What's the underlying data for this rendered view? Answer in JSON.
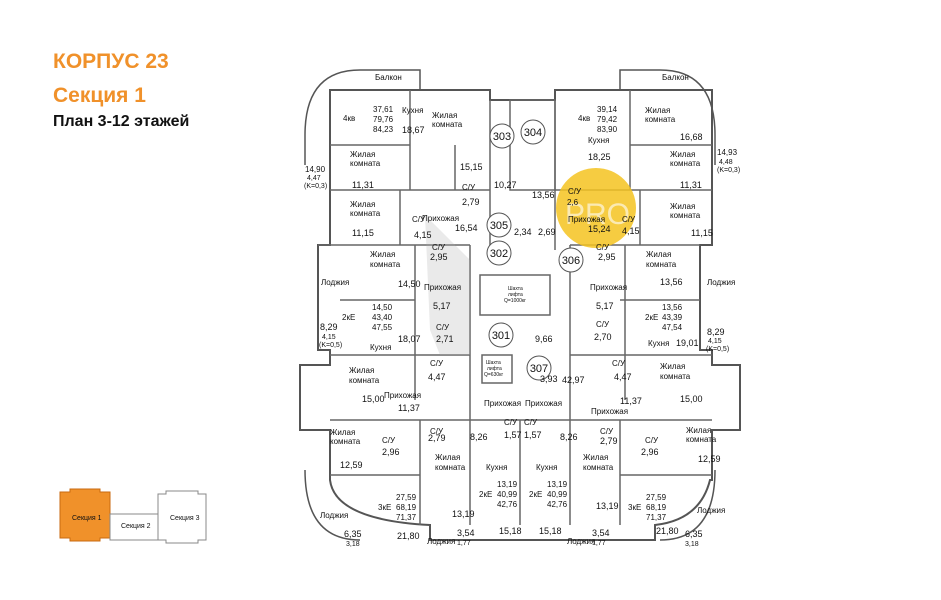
{
  "header": {
    "building": "КОРПУС 23",
    "section": "Секция 1",
    "floors": "План 3-12 этажей"
  },
  "watermark": "PRO",
  "key_plan": {
    "section1": "Секция 1",
    "section2": "Секция 2",
    "section3": "Секция 3"
  },
  "colors": {
    "accent": "#f0912a",
    "highlight": "#f5c320",
    "wall": "#555555",
    "keyplan_active": "#f0912a"
  },
  "apartments": [
    "303",
    "304",
    "305",
    "302",
    "306",
    "301",
    "307"
  ],
  "texts": [
    {
      "id": "t0",
      "text": "Балкон"
    },
    {
      "id": "t1",
      "text": "Балкон"
    },
    {
      "id": "t2",
      "text": "4кв"
    },
    {
      "id": "t3",
      "text": "37,61"
    },
    {
      "id": "t4",
      "text": "79,76"
    },
    {
      "id": "t5",
      "text": "84,23"
    },
    {
      "id": "t6",
      "text": "Кухня"
    },
    {
      "id": "t7",
      "text": "18,67"
    },
    {
      "id": "t8",
      "text": "Жилая"
    },
    {
      "id": "t9",
      "text": "комната"
    },
    {
      "id": "t10",
      "text": "15,15"
    },
    {
      "id": "t11",
      "text": "Жилая"
    },
    {
      "id": "t12",
      "text": "комната"
    },
    {
      "id": "t13",
      "text": "11,31"
    },
    {
      "id": "t14",
      "text": "14,90"
    },
    {
      "id": "t15",
      "text": "4,47"
    },
    {
      "id": "t16",
      "text": "(K=0,3)"
    },
    {
      "id": "t17",
      "text": "С/У"
    },
    {
      "id": "t18",
      "text": "2,79"
    },
    {
      "id": "t19",
      "text": "10,27"
    },
    {
      "id": "t20",
      "text": "13,56"
    },
    {
      "id": "t21",
      "text": "Жилая"
    },
    {
      "id": "t22",
      "text": "комната"
    },
    {
      "id": "t23",
      "text": "11,15"
    },
    {
      "id": "t24",
      "text": "С/У"
    },
    {
      "id": "t25",
      "text": "4,15"
    },
    {
      "id": "t26",
      "text": "Прихожая"
    },
    {
      "id": "t27",
      "text": "16,54"
    },
    {
      "id": "t28",
      "text": "2,34"
    },
    {
      "id": "t29",
      "text": "2,69"
    },
    {
      "id": "t30",
      "text": "4кв"
    },
    {
      "id": "t31",
      "text": "39,14"
    },
    {
      "id": "t32",
      "text": "79,42"
    },
    {
      "id": "t33",
      "text": "83,90"
    },
    {
      "id": "t34",
      "text": "Жилая"
    },
    {
      "id": "t35",
      "text": "комната"
    },
    {
      "id": "t36",
      "text": "16,68"
    },
    {
      "id": "t37",
      "text": "Кухня"
    },
    {
      "id": "t38",
      "text": "18,25"
    },
    {
      "id": "t39",
      "text": "Жилая"
    },
    {
      "id": "t40",
      "text": "комната"
    },
    {
      "id": "t41",
      "text": "11,31"
    },
    {
      "id": "t42",
      "text": "14,93"
    },
    {
      "id": "t43",
      "text": "4,48"
    },
    {
      "id": "t44",
      "text": "(K=0,3)"
    },
    {
      "id": "t45",
      "text": "С/У"
    },
    {
      "id": "t46",
      "text": "2,6"
    },
    {
      "id": "t47",
      "text": "Прихожая"
    },
    {
      "id": "t48",
      "text": "15,24"
    },
    {
      "id": "t49",
      "text": "С/У"
    },
    {
      "id": "t50",
      "text": "4,15"
    },
    {
      "id": "t51",
      "text": "Жилая"
    },
    {
      "id": "t52",
      "text": "комната"
    },
    {
      "id": "t53",
      "text": "11,15"
    },
    {
      "id": "t54",
      "text": "Жилая"
    },
    {
      "id": "t55",
      "text": "комната"
    },
    {
      "id": "t56",
      "text": "14,50"
    },
    {
      "id": "t57",
      "text": "С/У"
    },
    {
      "id": "t58",
      "text": "2,95"
    },
    {
      "id": "t59",
      "text": "Прихожая"
    },
    {
      "id": "t60",
      "text": "5,17"
    },
    {
      "id": "t61",
      "text": "Лоджия"
    },
    {
      "id": "t62",
      "text": "2кЕ"
    },
    {
      "id": "t63",
      "text": "14,50"
    },
    {
      "id": "t64",
      "text": "43,40"
    },
    {
      "id": "t65",
      "text": "47,55"
    },
    {
      "id": "t66",
      "text": "Кухня"
    },
    {
      "id": "t67",
      "text": "18,07"
    },
    {
      "id": "t68",
      "text": "8,29"
    },
    {
      "id": "t69",
      "text": "4,15"
    },
    {
      "id": "t70",
      "text": "(K=0,5)"
    },
    {
      "id": "t71",
      "text": "С/У"
    },
    {
      "id": "t72",
      "text": "2,71"
    },
    {
      "id": "t73",
      "text": "Шахта"
    },
    {
      "id": "t74",
      "text": "лифта"
    },
    {
      "id": "t75",
      "text": "Q=1000кг"
    },
    {
      "id": "t76",
      "text": "9,66"
    },
    {
      "id": "t77",
      "text": "Жилая"
    },
    {
      "id": "t78",
      "text": "комната"
    },
    {
      "id": "t79",
      "text": "13,56"
    },
    {
      "id": "t80",
      "text": "С/У"
    },
    {
      "id": "t81",
      "text": "2,95"
    },
    {
      "id": "t82",
      "text": "Прихожая"
    },
    {
      "id": "t83",
      "text": "5,17"
    },
    {
      "id": "t84",
      "text": "Лоджия"
    },
    {
      "id": "t85",
      "text": "2кЕ"
    },
    {
      "id": "t86",
      "text": "13,56"
    },
    {
      "id": "t87",
      "text": "43,39"
    },
    {
      "id": "t88",
      "text": "47,54"
    },
    {
      "id": "t89",
      "text": "С/У"
    },
    {
      "id": "t90",
      "text": "2,70"
    },
    {
      "id": "t91",
      "text": "Кухня"
    },
    {
      "id": "t92",
      "text": "19,01"
    },
    {
      "id": "t93",
      "text": "8,29"
    },
    {
      "id": "t94",
      "text": "4,15"
    },
    {
      "id": "t95",
      "text": "(K=0,5)"
    },
    {
      "id": "t96",
      "text": "Жилая"
    },
    {
      "id": "t97",
      "text": "комната"
    },
    {
      "id": "t98",
      "text": "15,00"
    },
    {
      "id": "t99",
      "text": "С/У"
    },
    {
      "id": "t100",
      "text": "4,47"
    },
    {
      "id": "t101",
      "text": "Шахта"
    },
    {
      "id": "t102",
      "text": "лифта"
    },
    {
      "id": "t103",
      "text": "Q=630кг"
    },
    {
      "id": "t104",
      "text": "3,93"
    },
    {
      "id": "t105",
      "text": "42,97"
    },
    {
      "id": "t106",
      "text": "С/У"
    },
    {
      "id": "t107",
      "text": "4,47"
    },
    {
      "id": "t108",
      "text": "Жилая"
    },
    {
      "id": "t109",
      "text": "комната"
    },
    {
      "id": "t110",
      "text": "15,00"
    },
    {
      "id": "t111",
      "text": "Прихожая"
    },
    {
      "id": "t112",
      "text": "11,37"
    },
    {
      "id": "t113",
      "text": "Прихожая"
    },
    {
      "id": "t114",
      "text": "Прихожая"
    },
    {
      "id": "t115",
      "text": "Прихожая"
    },
    {
      "id": "t116",
      "text": "11,37"
    },
    {
      "id": "t117",
      "text": "Жилая"
    },
    {
      "id": "t118",
      "text": "комната"
    },
    {
      "id": "t119",
      "text": "С/У"
    },
    {
      "id": "t120",
      "text": "2,79"
    },
    {
      "id": "t121",
      "text": "8,26"
    },
    {
      "id": "t122",
      "text": "С/У"
    },
    {
      "id": "t123",
      "text": "1,57"
    },
    {
      "id": "t124",
      "text": "С/У"
    },
    {
      "id": "t125",
      "text": "1,57"
    },
    {
      "id": "t126",
      "text": "8,26"
    },
    {
      "id": "t127",
      "text": "С/У"
    },
    {
      "id": "t128",
      "text": "2,79"
    },
    {
      "id": "t129",
      "text": "Жилая"
    },
    {
      "id": "t130",
      "text": "комната"
    },
    {
      "id": "t131",
      "text": "С/У"
    },
    {
      "id": "t132",
      "text": "2,96"
    },
    {
      "id": "t133",
      "text": "Жилая"
    },
    {
      "id": "t134",
      "text": "комната"
    },
    {
      "id": "t135",
      "text": "Кухня"
    },
    {
      "id": "t136",
      "text": "Кухня"
    },
    {
      "id": "t137",
      "text": "Жилая"
    },
    {
      "id": "t138",
      "text": "комната"
    },
    {
      "id": "t139",
      "text": "С/У"
    },
    {
      "id": "t140",
      "text": "2,96"
    },
    {
      "id": "t141",
      "text": "12,59"
    },
    {
      "id": "t142",
      "text": "12,59"
    },
    {
      "id": "t143",
      "text": "2кЕ"
    },
    {
      "id": "t144",
      "text": "13,19"
    },
    {
      "id": "t145",
      "text": "40,99"
    },
    {
      "id": "t146",
      "text": "42,76"
    },
    {
      "id": "t147",
      "text": "2кЕ"
    },
    {
      "id": "t148",
      "text": "13,19"
    },
    {
      "id": "t149",
      "text": "40,99"
    },
    {
      "id": "t150",
      "text": "42,76"
    },
    {
      "id": "t151",
      "text": "3кЕ"
    },
    {
      "id": "t152",
      "text": "27,59"
    },
    {
      "id": "t153",
      "text": "68,19"
    },
    {
      "id": "t154",
      "text": "71,37"
    },
    {
      "id": "t155",
      "text": "3кЕ"
    },
    {
      "id": "t156",
      "text": "27,59"
    },
    {
      "id": "t157",
      "text": "68,19"
    },
    {
      "id": "t158",
      "text": "71,37"
    },
    {
      "id": "t159",
      "text": "13,19"
    },
    {
      "id": "t160",
      "text": "13,19"
    },
    {
      "id": "t161",
      "text": "Лоджия"
    },
    {
      "id": "t162",
      "text": "Лоджия"
    },
    {
      "id": "t163",
      "text": "21,80"
    },
    {
      "id": "t164",
      "text": "15,18"
    },
    {
      "id": "t165",
      "text": "15,18"
    },
    {
      "id": "t166",
      "text": "21,80"
    },
    {
      "id": "t167",
      "text": "6,35"
    },
    {
      "id": "t168",
      "text": "3,18"
    },
    {
      "id": "t169",
      "text": "6,35"
    },
    {
      "id": "t170",
      "text": "3,18"
    },
    {
      "id": "t171",
      "text": "Лоджия"
    },
    {
      "id": "t172",
      "text": "3,54"
    },
    {
      "id": "t173",
      "text": "1,77"
    },
    {
      "id": "t174",
      "text": "Лоджия"
    },
    {
      "id": "t175",
      "text": "3,54"
    },
    {
      "id": "t176",
      "text": "1,77"
    }
  ]
}
